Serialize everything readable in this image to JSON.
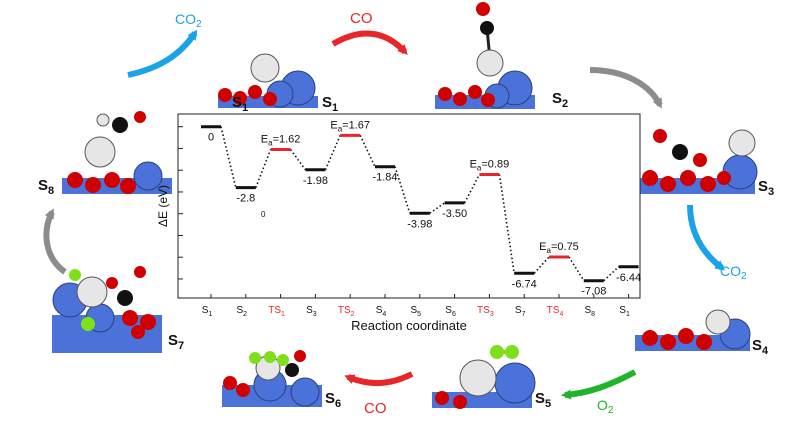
{
  "figure": {
    "colors": {
      "co_red": "#e8262a",
      "co2_blue": "#1aa3e8",
      "o2_green": "#1fb52b",
      "step_gray": "#8c8c8c",
      "level_black": "#111111",
      "ts_red": "#e8262a",
      "atom_blue": "#4a72d8",
      "atom_red": "#d00000",
      "atom_white": "#e6e6e6",
      "atom_black": "#111111",
      "atom_green": "#7de01a"
    },
    "states": [
      {
        "id": "S1",
        "main": "S",
        "sub": "1"
      },
      {
        "id": "S2",
        "main": "S",
        "sub": "2"
      },
      {
        "id": "S3",
        "main": "S",
        "sub": "3"
      },
      {
        "id": "S4",
        "main": "S",
        "sub": "4"
      },
      {
        "id": "S5",
        "main": "S",
        "sub": "5"
      },
      {
        "id": "S6",
        "main": "S",
        "sub": "6"
      },
      {
        "id": "S7",
        "main": "S",
        "sub": "7"
      },
      {
        "id": "S8",
        "main": "S",
        "sub": "8"
      }
    ],
    "molecules": {
      "co_in_1": {
        "main": "CO",
        "sub": ""
      },
      "co2_out_1": {
        "main": "CO",
        "sub": "2"
      },
      "co2_out_2": {
        "main": "CO",
        "sub": "2"
      },
      "o2_in": {
        "main": "O",
        "sub": "2"
      },
      "co_in_2": {
        "main": "CO",
        "sub": ""
      }
    }
  },
  "chart_data": {
    "type": "energy-profile",
    "xlabel": "Reaction coordinate",
    "ylabel": "ΔE (eV)",
    "categories": [
      {
        "main": "S",
        "sub": "1",
        "ts": false
      },
      {
        "main": "S",
        "sub": "2",
        "ts": false
      },
      {
        "main": "TS",
        "sub": "1",
        "ts": true
      },
      {
        "main": "S",
        "sub": "3",
        "ts": false
      },
      {
        "main": "TS",
        "sub": "2",
        "ts": true
      },
      {
        "main": "S",
        "sub": "4",
        "ts": false
      },
      {
        "main": "S",
        "sub": "5",
        "ts": false
      },
      {
        "main": "S",
        "sub": "6",
        "ts": false
      },
      {
        "main": "TS",
        "sub": "3",
        "ts": true
      },
      {
        "main": "S",
        "sub": "7",
        "ts": false
      },
      {
        "main": "TS",
        "sub": "4",
        "ts": true
      },
      {
        "main": "S",
        "sub": "8",
        "ts": false
      },
      {
        "main": "S",
        "sub": "1",
        "ts": false
      }
    ],
    "values": [
      0,
      -2.8,
      -1.05,
      -1.98,
      -0.4,
      -1.84,
      -3.98,
      -3.5,
      -2.2,
      -6.74,
      -5.99,
      -7.08,
      -6.44
    ],
    "value_labels": [
      "0",
      "-2.8",
      "",
      "-1.98",
      "",
      "-1.84",
      "-3.98",
      "-3.50",
      "",
      "-6.74",
      "",
      "-7.08",
      "-6.44"
    ],
    "barriers": [
      {
        "ts_index": 2,
        "main": "E",
        "sub": "a",
        "value": "=1.62"
      },
      {
        "ts_index": 4,
        "main": "E",
        "sub": "a",
        "value": "=1.67"
      },
      {
        "ts_index": 8,
        "main": "E",
        "sub": "a",
        "value": "=0.89"
      },
      {
        "ts_index": 10,
        "main": "E",
        "sub": "a",
        "value": "=0.75"
      }
    ],
    "stray_label": "0",
    "ylim": [
      -7.6,
      0.4
    ]
  }
}
